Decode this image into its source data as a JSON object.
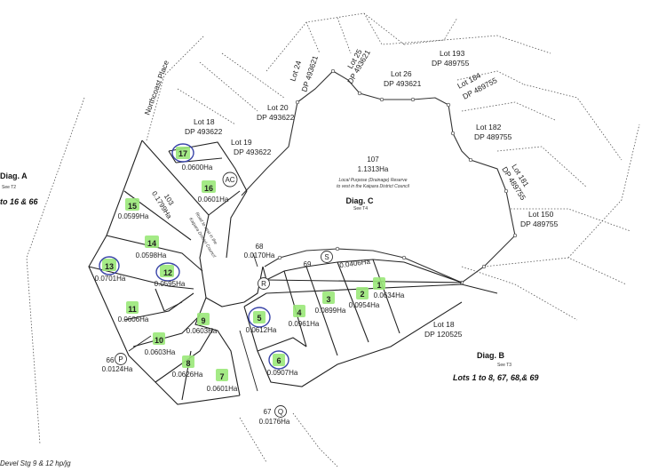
{
  "map": {
    "lots": [
      {
        "num": "1",
        "area": "0.0634Ha",
        "highlight": "green"
      },
      {
        "num": "2",
        "area": "0.0954Ha",
        "highlight": "green"
      },
      {
        "num": "3",
        "area": "0.0899Ha",
        "highlight": "green"
      },
      {
        "num": "4",
        "area": "0.0961Ha",
        "highlight": "green"
      },
      {
        "num": "5",
        "area": "0.0612Ha",
        "highlight": "green-circled"
      },
      {
        "num": "6",
        "area": "0.0907Ha",
        "highlight": "green-circled"
      },
      {
        "num": "7",
        "area": "0.0601Ha",
        "highlight": "green"
      },
      {
        "num": "8",
        "area": "0.0626Ha",
        "highlight": "green"
      },
      {
        "num": "9",
        "area": "0.0603Ha",
        "highlight": "green"
      },
      {
        "num": "10",
        "area": "0.0603Ha",
        "highlight": "green"
      },
      {
        "num": "11",
        "area": "0.0606Ha",
        "highlight": "green"
      },
      {
        "num": "12",
        "area": "0.0595Ha",
        "highlight": "green-circled"
      },
      {
        "num": "13",
        "area": "0.0701Ha",
        "highlight": "green-circled"
      },
      {
        "num": "14",
        "area": "0.0598Ha",
        "highlight": "green"
      },
      {
        "num": "15",
        "area": "0.0599Ha",
        "highlight": "green"
      },
      {
        "num": "16",
        "area": "0.0601Ha",
        "highlight": "green"
      },
      {
        "num": "17",
        "area": "0.0600Ha",
        "highlight": "green-circled"
      }
    ],
    "reserve": {
      "num": "107",
      "area": "1.1313Ha",
      "desc1": "Local Purpose (Drainage) Reserve",
      "desc2": "to vest in the Kaipara District Council",
      "diag": "Diag. C",
      "see": "See T4"
    },
    "road": {
      "num": "103",
      "area": "0.1799Ha",
      "desc1": "Road to vest in the",
      "desc2": "Kaipara District Council"
    },
    "special_lots": [
      {
        "num": "68",
        "area": "0.0170Ha"
      },
      {
        "num": "69",
        "area": "0.0406Ha"
      },
      {
        "num": "66",
        "area": "0.0124Ha"
      },
      {
        "num": "67",
        "area": "0.0176Ha"
      }
    ],
    "markers": [
      "AC",
      "R",
      "S",
      "P",
      "Q"
    ],
    "neighbours": {
      "lot18a": "Lot 18",
      "dp18a": "DP 493622",
      "lot19": "Lot 19",
      "dp19": "DP 493622",
      "lot20": "Lot 20",
      "dp20": "DP 493622",
      "lot24": "Lot 24",
      "dp24": "DP 493621",
      "lot25": "Lot 25",
      "dp25": "DP 493621",
      "lot26": "Lot 26",
      "dp26": "DP 493621",
      "lot193": "Lot 193",
      "dp193": "DP 489755",
      "lot184": "Lot 184",
      "dp184": "DP 489755",
      "lot182": "Lot 182",
      "dp182": "DP 489755",
      "lot181": "Lot 181",
      "dp181": "DP 489755",
      "lot150": "Lot 150",
      "dp150": "DP 489755",
      "lot18b": "Lot 18",
      "dp18b": "DP 120525"
    },
    "street": "Northcoast Place",
    "diagA": {
      "title": "Diag. A",
      "see": "See T2",
      "lots": "to 16 & 66"
    },
    "diagB": {
      "title": "Diag. B",
      "see": "See T3",
      "lots": "Lots 1 to 8, 67, 68,& 69"
    },
    "footer": "Devel Stg 9 & 12   hp/jg"
  }
}
